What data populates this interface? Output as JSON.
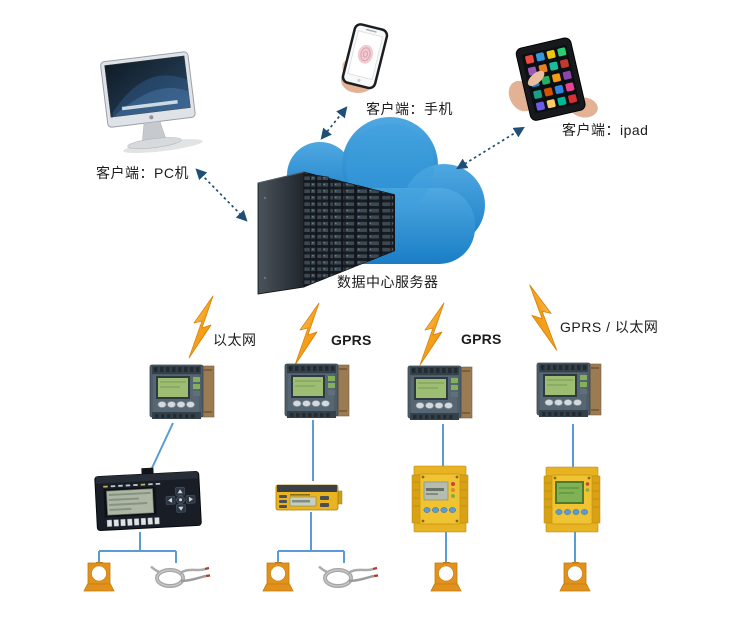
{
  "clients": {
    "pc": {
      "label": "客户端：PC机"
    },
    "phone": {
      "label": "客户端：手机"
    },
    "ipad": {
      "label": "客户端：ipad"
    }
  },
  "datacenter": {
    "label": "数据中心服务器"
  },
  "links": [
    {
      "label": "以太网"
    },
    {
      "label": "GPRS"
    },
    {
      "label": "GPRS"
    },
    {
      "label": "GPRS / 以太网"
    }
  ],
  "icons": {
    "pc": "imac-computer",
    "phone": "hand-holding-smartphone",
    "ipad": "hands-holding-tablet",
    "datacenter": "server-racks-with-cloud",
    "link": "lightning-bolt",
    "collector": "din-rail-data-collector-green-lcd",
    "meter_1": "black-multifunction-power-meter",
    "meter_2": "yellow-horizontal-meter",
    "meter_3": "yellow-din-rail-meter-lcd",
    "meter_4": "yellow-din-rail-meter-green-lcd",
    "sensor_ct": "current-transformer-ring",
    "sensor_cable": "sensor-cable-coil"
  },
  "colors": {
    "cloud_top": "#4FA8E1",
    "cloud_bottom": "#1A7EC6",
    "bolt_orange": "#F49C17",
    "connector_blue": "#5B9BD5",
    "arrow_navy": "#1F4E79",
    "ct_orange": "#E2921C",
    "meter_yellow": "#EEBC2A",
    "background": "#FFFFFF"
  }
}
